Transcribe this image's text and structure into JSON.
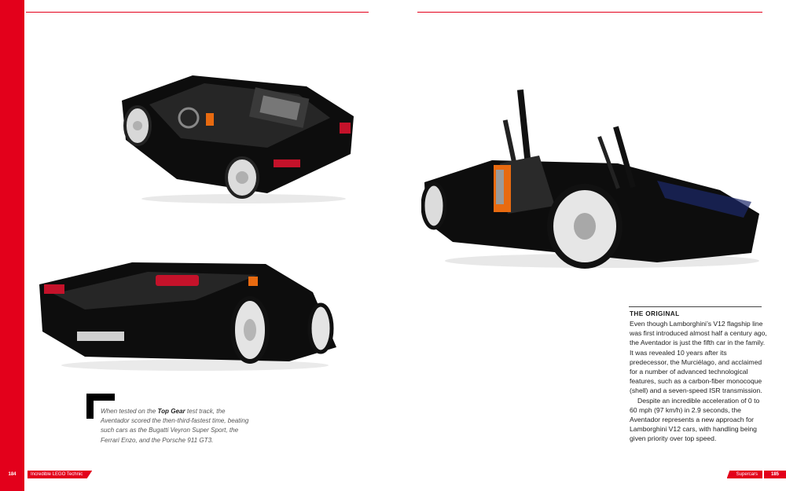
{
  "sidebar": {
    "heading": "THE ORIGINAL",
    "paragraph1": "Even though Lamborghini’s V12 flagship line was first introduced almost half a century ago, the Aventador is just the fifth car in the family. It was revealed 10 years after its predecessor, the Murciélago, and acclaimed for a number of advanced technological features, such as a carbon-fiber monocoque (shell) and a seven-speed ISR transmission.",
    "paragraph2": "Despite an incredible acceleration of 0 to 60 mph (97 km/h) in 2.9 seconds, the Aventador represents a new approach for Lamborghini V12 cars, with handling being given priority over top speed."
  },
  "caption": {
    "lead": "When tested on the ",
    "emphasis": "Top Gear",
    "rest": " test track, the Aventador scored the then-third-fastest time, beating such cars as the Bugatti Veyron Super Sport, the Ferrari Enzo, and the Porsche 911 GT3."
  },
  "footer": {
    "left_page": "184",
    "left_title": "Incredible LEGO Technic",
    "right_title": "Supercars",
    "right_page": "185"
  },
  "colors": {
    "accent": "#e3001b",
    "car_body": "#0d0d0d"
  }
}
